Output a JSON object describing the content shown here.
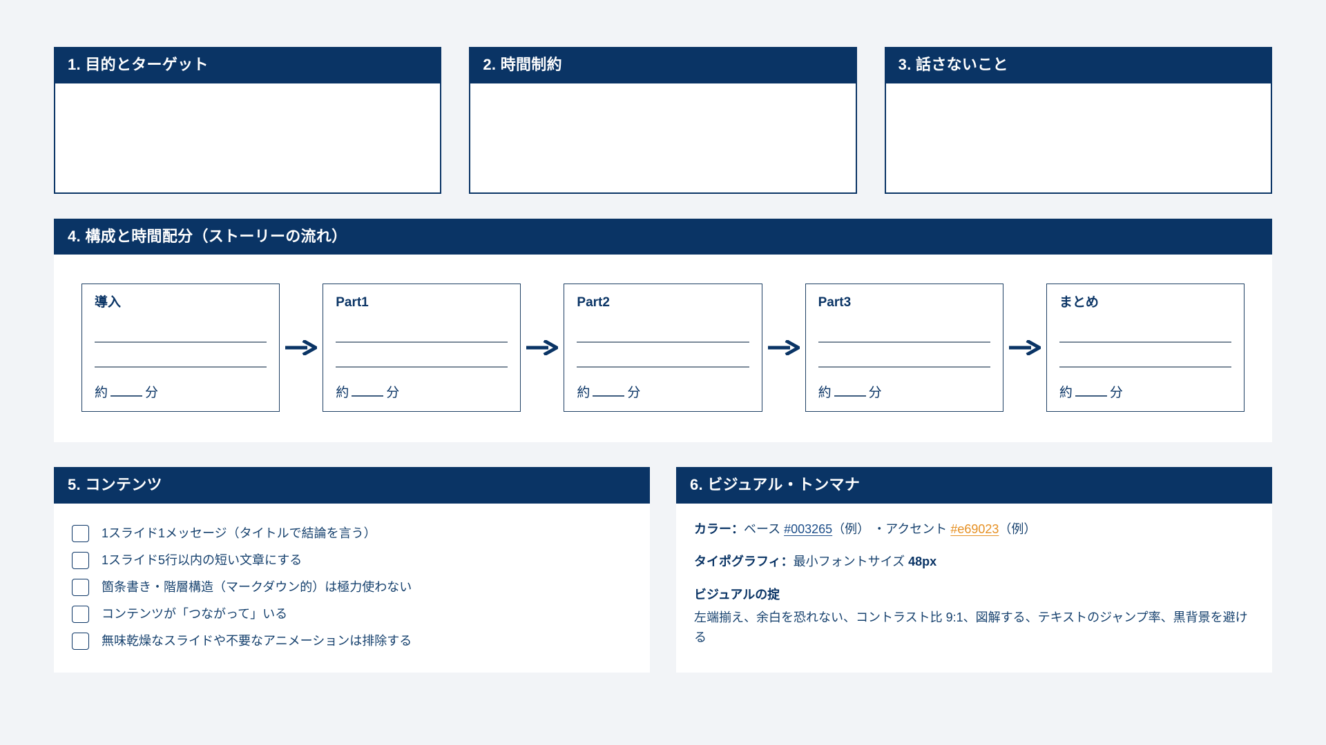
{
  "theme": {
    "header_bg": "#0a3465",
    "header_text": "#ffffff",
    "page_bg": "#f2f4f7",
    "card_bg": "#ffffff",
    "body_text": "#16416e",
    "base_color": "#003265",
    "accent_color": "#e69023",
    "rule_color": "#7b8a99"
  },
  "sections": {
    "s1": {
      "title": "1. 目的とターゲット"
    },
    "s2": {
      "title": "2. 時間制約"
    },
    "s3": {
      "title": "3. 話さないこと"
    },
    "s4": {
      "title": "4. 構成と時間配分（ストーリーの流れ）",
      "steps": [
        {
          "label": "導入",
          "minutes_prefix": "約",
          "minutes_suffix": "分"
        },
        {
          "label": "Part1",
          "minutes_prefix": "約",
          "minutes_suffix": "分"
        },
        {
          "label": "Part2",
          "minutes_prefix": "約",
          "minutes_suffix": "分"
        },
        {
          "label": "Part3",
          "minutes_prefix": "約",
          "minutes_suffix": "分"
        },
        {
          "label": "まとめ",
          "minutes_prefix": "約",
          "minutes_suffix": "分"
        }
      ],
      "arrow_icon": "arrow-right-icon"
    },
    "s5": {
      "title": "5. コンテンツ",
      "items": [
        {
          "label": "1スライド1メッセージ（タイトルで結論を言う）",
          "checked": false
        },
        {
          "label": "1スライド5行以内の短い文章にする",
          "checked": false
        },
        {
          "label": "箇条書き・階層構造（マークダウン的）は極力使わない",
          "checked": false
        },
        {
          "label": "コンテンツが「つながって」いる",
          "checked": false
        },
        {
          "label": "無味乾燥なスライドや不要なアニメーションは排除する",
          "checked": false
        }
      ]
    },
    "s6": {
      "title": "6. ビジュアル・トンマナ",
      "color_label": "カラー：",
      "color_base_prefix": "ベース ",
      "color_base_value": "#003265",
      "color_base_note": "（例）",
      "color_separator": " ・",
      "color_accent_prefix": "アクセント ",
      "color_accent_value": "#e69023",
      "color_accent_note": "（例）",
      "typo_label": "タイポグラフィ：",
      "typo_text": "最小フォントサイズ ",
      "typo_value": "48px",
      "rules_heading": "ビジュアルの掟",
      "rules_text": "左端揃え、余白を恐れない、コントラスト比 9:1、図解する、テキストのジャンプ率、黒背景を避ける"
    }
  }
}
